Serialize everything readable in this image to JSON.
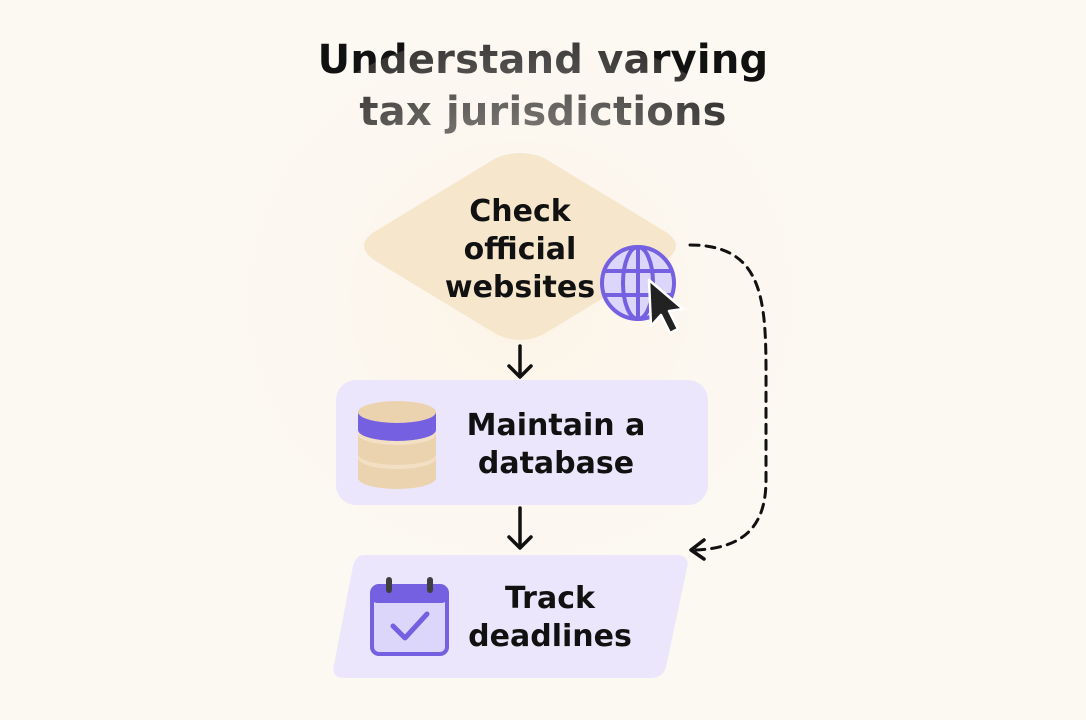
{
  "title": {
    "line1": "Understand varying",
    "line2": "tax jurisdictions"
  },
  "nodes": {
    "check": {
      "line1": "Check",
      "line2": "official",
      "line3": "websites",
      "shape": "diamond",
      "icon": "globe-cursor-icon"
    },
    "maintain": {
      "line1": "Maintain a",
      "line2": "database",
      "shape": "rounded-rectangle",
      "icon": "database-icon"
    },
    "track": {
      "line1": "Track",
      "line2": "deadlines",
      "shape": "parallelogram",
      "icon": "calendar-check-icon"
    }
  },
  "edges": [
    {
      "from": "check",
      "to": "maintain",
      "style": "solid"
    },
    {
      "from": "maintain",
      "to": "track",
      "style": "solid"
    },
    {
      "from": "check",
      "to": "track",
      "style": "dashed"
    }
  ],
  "colors": {
    "background": "#fcf8f2",
    "diamond_fill": "#f6e6cc",
    "box_fill": "#ebe6fb",
    "accent_purple": "#7460e0",
    "light_purple": "#ddd6fb",
    "tan": "#ecd3b0",
    "text": "#111111"
  }
}
